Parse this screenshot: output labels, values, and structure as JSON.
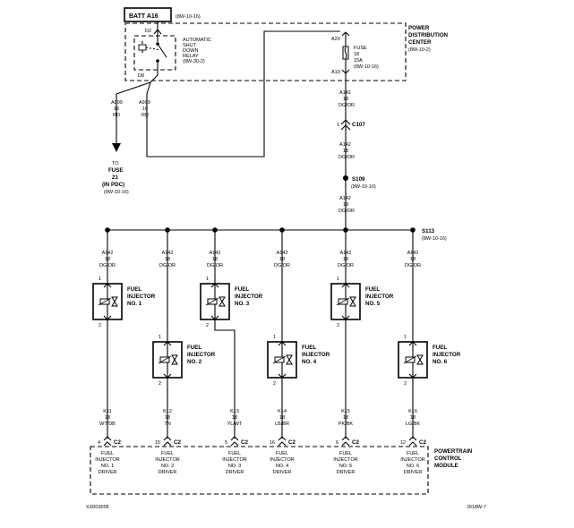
{
  "batt": {
    "label": "BATT A16",
    "ref": "(8W-10-16)"
  },
  "pdc": {
    "name": [
      "POWER",
      "DISTRIBUTION",
      "CENTER"
    ],
    "ref": "(8W-10-2)"
  },
  "relay": {
    "name": [
      "AUTOMATIC",
      "SHUT",
      "DOWN",
      "RELAY"
    ],
    "ref": "(8W-30-2)",
    "pin_top": "D2",
    "pin_bottom": "D8"
  },
  "fuse": {
    "lines": [
      "FUSE",
      "18",
      "15A"
    ],
    "ref": "(8W-10-16)",
    "pin_top": "A20",
    "pin_bottom": "A19"
  },
  "wire_a999_left": [
    "A999",
    "16",
    "RD"
  ],
  "wire_a999_right": [
    "A999",
    "16",
    "RD"
  ],
  "to_fuse": {
    "lines": [
      "TO",
      "FUSE",
      "21",
      "(IN PDC)"
    ],
    "ref": "(8W-10-16)"
  },
  "wire_a142_1": [
    "A142",
    "18",
    "DG/OR"
  ],
  "c107": {
    "pin": "1",
    "label": "C107"
  },
  "wire_a142_2": [
    "A142",
    "18",
    "DG/OR"
  ],
  "s109": {
    "label": "S109",
    "ref": "(8W-10-16)"
  },
  "wire_a142_3": [
    "A142",
    "18",
    "DG/OR"
  ],
  "s113": {
    "label": "S113",
    "ref": "(8W-10-16)"
  },
  "injectors": [
    {
      "feed": [
        "A142",
        "18",
        "DG/OR"
      ],
      "name": [
        "FUEL",
        "INJECTOR",
        "NO. 1"
      ],
      "pin_in": "1",
      "pin_out": "2",
      "out": [
        "K11",
        "18",
        "WT/DB"
      ],
      "cav": "4",
      "conn": "C2",
      "driver": [
        "FUEL",
        "INJECTOR",
        "NO. 1",
        "DRIVER"
      ]
    },
    {
      "feed": [
        "A142",
        "18",
        "DG/OR"
      ],
      "name": [
        "FUEL",
        "INJECTOR",
        "NO. 2"
      ],
      "pin_in": "1",
      "pin_out": "2",
      "out": [
        "K12",
        "18",
        "TN"
      ],
      "cav": "15",
      "conn": "C2",
      "driver": [
        "FUEL",
        "INJECTOR",
        "NO. 2",
        "DRIVER"
      ]
    },
    {
      "feed": [
        "A142",
        "18",
        "DG/OR"
      ],
      "name": [
        "FUEL",
        "INJECTOR",
        "NO. 3"
      ],
      "pin_in": "1",
      "pin_out": "2",
      "out": [
        "K13",
        "18",
        "YL/WT"
      ],
      "cav": "5",
      "conn": "C2",
      "driver": [
        "FUEL",
        "INJECTOR",
        "NO. 3",
        "DRIVER"
      ]
    },
    {
      "feed": [
        "A142",
        "18",
        "DG/OR"
      ],
      "name": [
        "FUEL",
        "INJECTOR",
        "NO. 4"
      ],
      "pin_in": "1",
      "pin_out": "2",
      "out": [
        "K14",
        "18",
        "LB/BR"
      ],
      "cav": "16",
      "conn": "C2",
      "driver": [
        "FUEL",
        "INJECTOR",
        "NO. 4",
        "DRIVER"
      ]
    },
    {
      "feed": [
        "A142",
        "18",
        "DG/OR"
      ],
      "name": [
        "FUEL",
        "INJECTOR",
        "NO. 5"
      ],
      "pin_in": "1",
      "pin_out": "2",
      "out": [
        "K15",
        "18",
        "PK/BK"
      ],
      "cav": "6",
      "conn": "C2",
      "driver": [
        "FUEL",
        "INJECTOR",
        "NO. 5",
        "DRIVER"
      ]
    },
    {
      "feed": [
        "A142",
        "18",
        "DG/OR"
      ],
      "name": [
        "FUEL",
        "INJECTOR",
        "NO. 6"
      ],
      "pin_in": "1",
      "pin_out": "2",
      "out": [
        "K16",
        "18",
        "LG/BK"
      ],
      "cav": "12",
      "conn": "C2",
      "driver": [
        "FUEL",
        "INJECTOR",
        "NO. 6",
        "DRIVER"
      ]
    }
  ],
  "pcm": {
    "name": [
      "POWERTRAIN",
      "CONTROL",
      "MODULE"
    ]
  },
  "footer": {
    "left": "XJD03005",
    "right": "J018W-7"
  }
}
